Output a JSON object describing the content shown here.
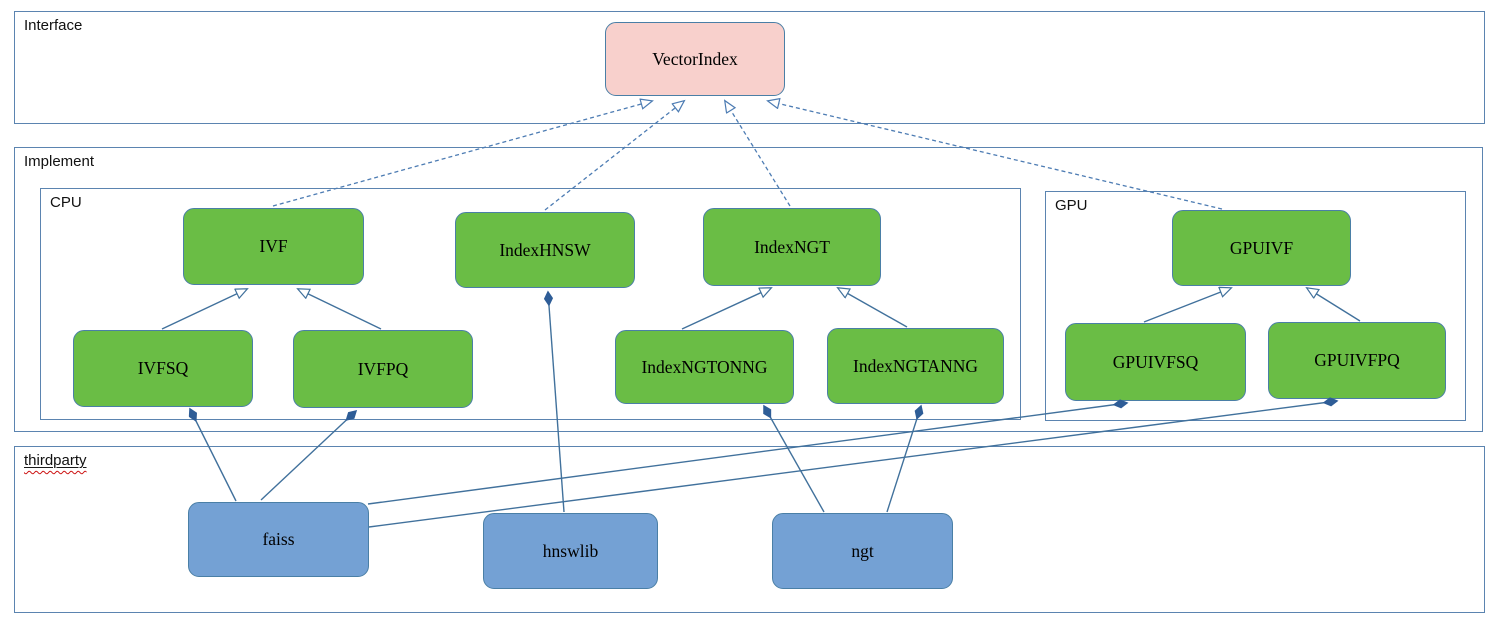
{
  "diagram": {
    "sections": {
      "interface": {
        "label": "Interface"
      },
      "implement": {
        "label": "Implement"
      },
      "cpu": {
        "label": "CPU"
      },
      "gpu": {
        "label": "GPU"
      },
      "thirdparty": {
        "label": "thirdparty"
      }
    },
    "nodes": {
      "vectorindex": {
        "label": "VectorIndex",
        "kind": "interface"
      },
      "ivf": {
        "label": "IVF",
        "kind": "cpu-class"
      },
      "indexhnsw": {
        "label": "IndexHNSW",
        "kind": "cpu-class"
      },
      "indexngt": {
        "label": "IndexNGT",
        "kind": "cpu-class"
      },
      "ivfsq": {
        "label": "IVFSQ",
        "kind": "cpu-class"
      },
      "ivfpq": {
        "label": "IVFPQ",
        "kind": "cpu-class"
      },
      "indexngtonng": {
        "label": "IndexNGTONNG",
        "kind": "cpu-class"
      },
      "indexngtanng": {
        "label": "IndexNGTANNG",
        "kind": "cpu-class"
      },
      "gpuivf": {
        "label": "GPUIVF",
        "kind": "gpu-class"
      },
      "gpuivfsq": {
        "label": "GPUIVFSQ",
        "kind": "gpu-class"
      },
      "gpuivfpq": {
        "label": "GPUIVFPQ",
        "kind": "gpu-class"
      },
      "faiss": {
        "label": "faiss",
        "kind": "thirdparty-lib"
      },
      "hnswlib": {
        "label": "hnswlib",
        "kind": "thirdparty-lib"
      },
      "ngt": {
        "label": "ngt",
        "kind": "thirdparty-lib"
      }
    },
    "edges": [
      {
        "from": "ivf",
        "to": "vectorindex",
        "type": "realization-dashed-hollow-arrow"
      },
      {
        "from": "indexhnsw",
        "to": "vectorindex",
        "type": "realization-dashed-hollow-arrow"
      },
      {
        "from": "indexngt",
        "to": "vectorindex",
        "type": "realization-dashed-hollow-arrow"
      },
      {
        "from": "gpuivf",
        "to": "vectorindex",
        "type": "realization-dashed-hollow-arrow"
      },
      {
        "from": "ivfsq",
        "to": "ivf",
        "type": "inheritance-hollow-arrow"
      },
      {
        "from": "ivfpq",
        "to": "ivf",
        "type": "inheritance-hollow-arrow"
      },
      {
        "from": "indexngtonng",
        "to": "indexngt",
        "type": "inheritance-hollow-arrow"
      },
      {
        "from": "indexngtanng",
        "to": "indexngt",
        "type": "inheritance-hollow-arrow"
      },
      {
        "from": "gpuivfsq",
        "to": "gpuivf",
        "type": "inheritance-hollow-arrow"
      },
      {
        "from": "gpuivfpq",
        "to": "gpuivf",
        "type": "inheritance-hollow-arrow"
      },
      {
        "from": "faiss",
        "to": "ivfsq",
        "type": "composition-filled-diamond"
      },
      {
        "from": "faiss",
        "to": "ivfpq",
        "type": "composition-filled-diamond"
      },
      {
        "from": "faiss",
        "to": "gpuivfsq",
        "type": "composition-filled-diamond"
      },
      {
        "from": "faiss",
        "to": "gpuivfpq",
        "type": "composition-filled-diamond"
      },
      {
        "from": "hnswlib",
        "to": "indexhnsw",
        "type": "composition-filled-diamond"
      },
      {
        "from": "ngt",
        "to": "indexngtonng",
        "type": "composition-filled-diamond"
      },
      {
        "from": "ngt",
        "to": "indexngtanng",
        "type": "composition-filled-diamond"
      }
    ],
    "colors": {
      "interface_fill": "#f8d0cc",
      "implement_fill": "#6abd45",
      "thirdparty_fill": "#74a1d4",
      "node_border": "#4a7fa6",
      "section_border": "#5b84b0",
      "connector": "#41719c",
      "spellcheck_underline": "#cc1111"
    }
  }
}
